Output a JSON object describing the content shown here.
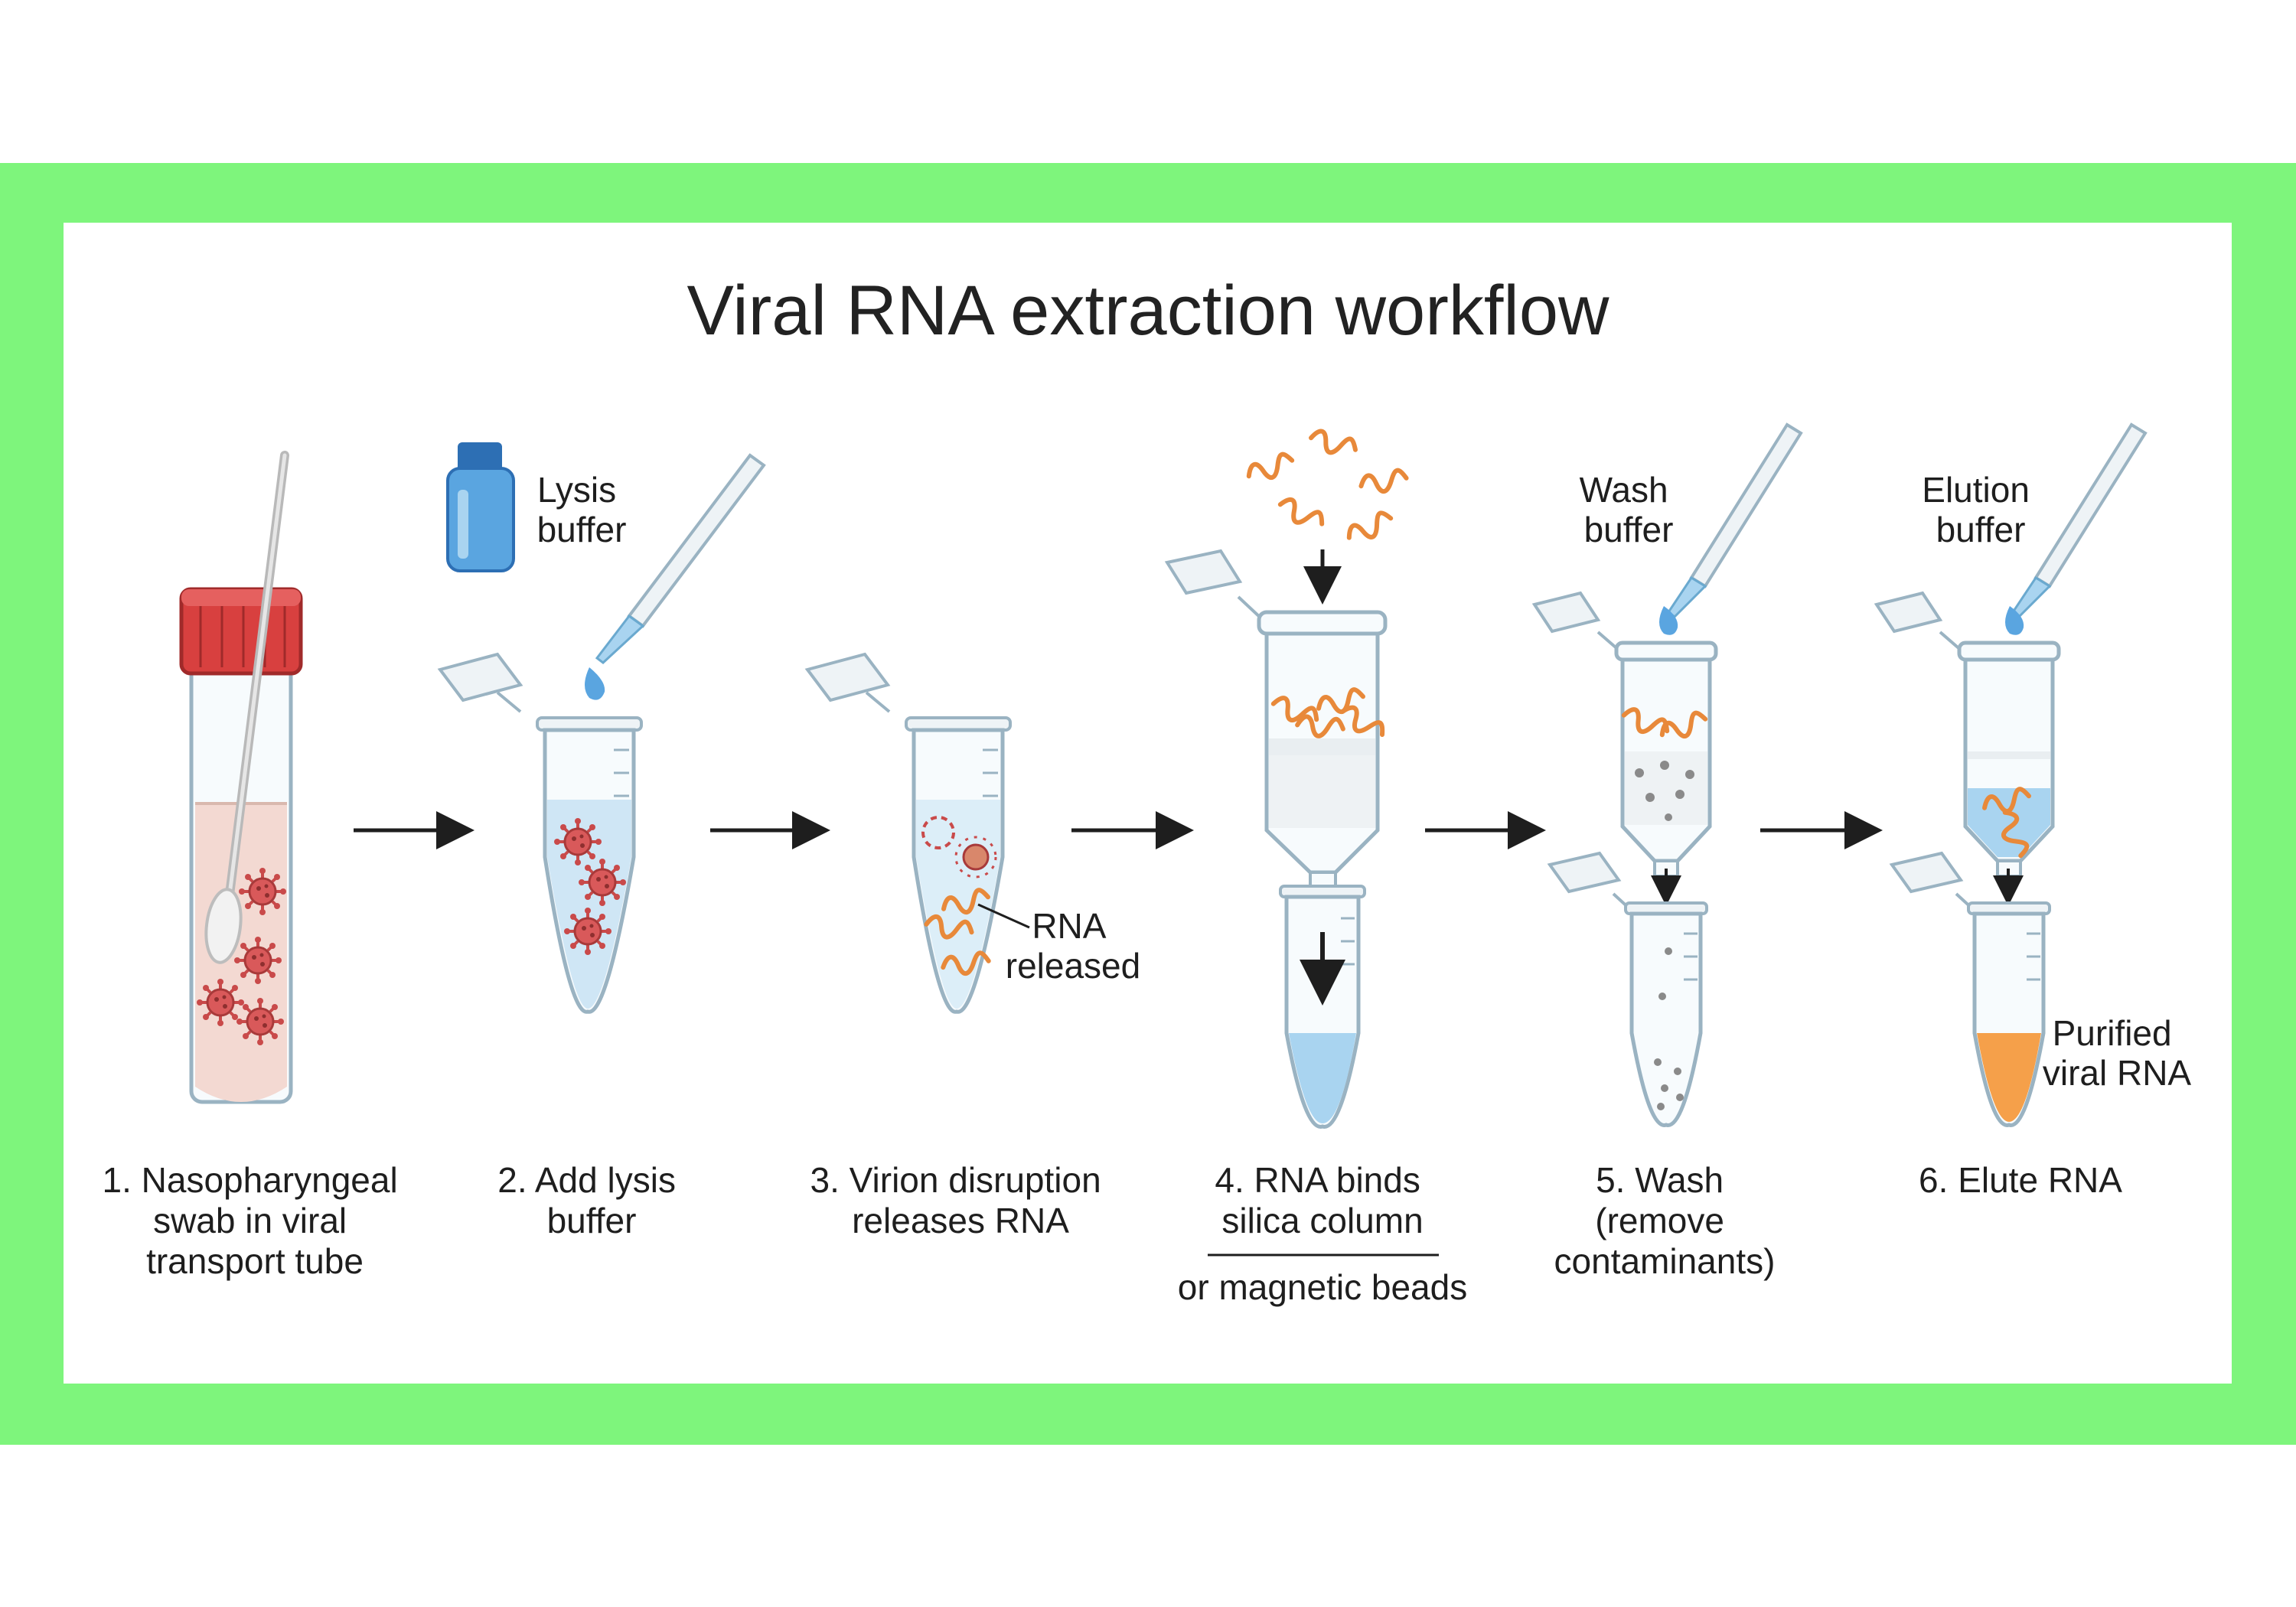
{
  "title": "Viral RNA extraction workflow",
  "steps": [
    {
      "caption": [
        "1. Nasopharyngeal",
        "swab in viral",
        "transport tube"
      ]
    },
    {
      "caption": [
        "2. Add lysis",
        "buffer"
      ],
      "reagent": [
        "Lysis",
        "buffer"
      ]
    },
    {
      "caption": [
        "3. Virion disruption",
        "releases RNA"
      ],
      "callout": [
        "RNA",
        "released"
      ]
    },
    {
      "caption": [
        "4. RNA binds",
        "silica column"
      ],
      "alt_caption": "or magnetic beads"
    },
    {
      "caption": [
        "5. Wash",
        "(remove",
        "contaminants)"
      ],
      "reagent": [
        "Wash",
        "buffer"
      ]
    },
    {
      "caption": [
        "6. Elute RNA"
      ],
      "reagent": [
        "Elution",
        "buffer"
      ],
      "callout": [
        "Purified",
        "viral RNA"
      ]
    }
  ],
  "colors": {
    "frame": "#7ef57c",
    "cap": "#d8403f",
    "virus": "#c94a4a",
    "rna": "#e8893a",
    "buffer": "#a9d4f0",
    "eluate": "#f5a04a",
    "sample": "#f3d9d2"
  },
  "icons": [
    "transport-tube-icon",
    "swab-icon",
    "reagent-bottle-icon",
    "pipette-icon",
    "droplet-icon",
    "microtube-icon",
    "virion-icon",
    "rna-strand-icon",
    "spin-column-icon",
    "arrow-right-icon",
    "arrow-down-icon"
  ]
}
